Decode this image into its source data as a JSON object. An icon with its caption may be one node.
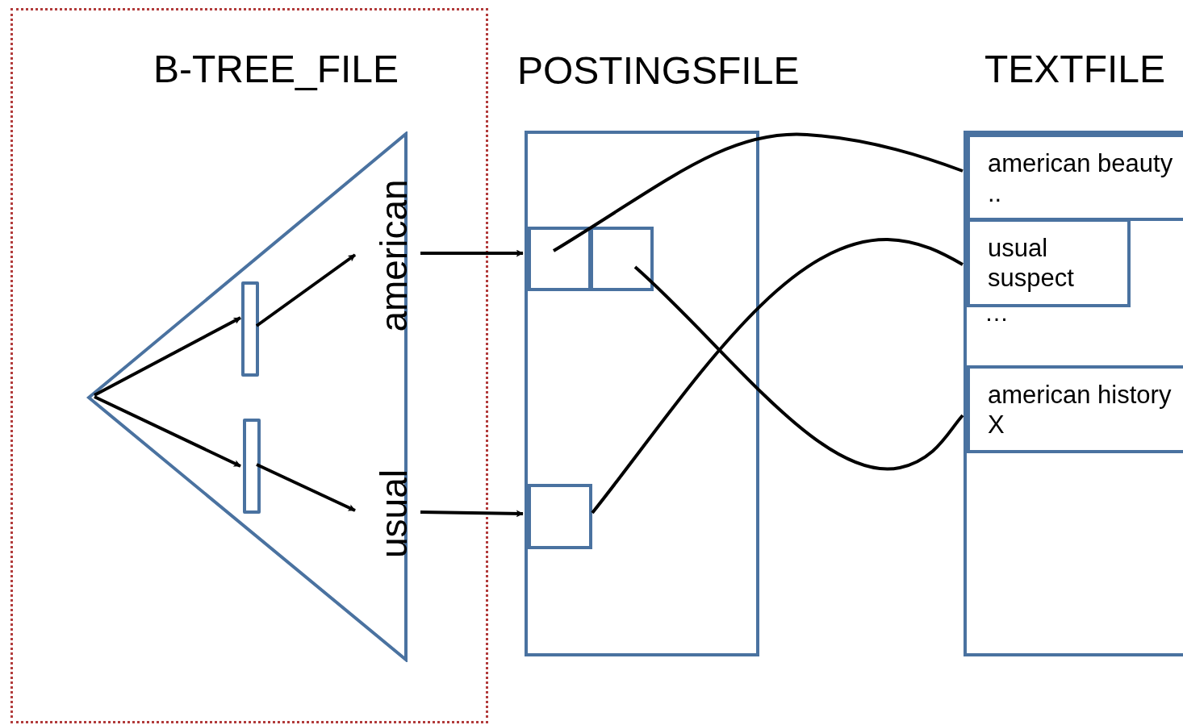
{
  "diagram": {
    "nodes": [
      {
        "text": [
          "B-TREE_FILE"
        ]
      },
      {
        "text": [],
        "shape": "triangle",
        "in": 0
      },
      {
        "text": [],
        "shape": "bar",
        "in": 1
      },
      {
        "text": [],
        "shape": "bar",
        "in": 1
      },
      {
        "text": [
          "american"
        ],
        "in": 1
      },
      {
        "text": [
          "usual"
        ],
        "in": 1
      },
      {
        "text": [
          "POSTINGSFILE"
        ]
      },
      {
        "text": [],
        "shape": "box",
        "in": 6
      },
      {
        "text": [],
        "shape": "box",
        "in": 6
      },
      {
        "text": [],
        "shape": "box",
        "in": 6
      },
      {
        "text": [
          "TEXTFILE"
        ]
      },
      {
        "text": [
          "american beauty .."
        ],
        "in": 10
      },
      {
        "text": [
          "usual suspect"
        ],
        "in": 10
      },
      {
        "text": [
          "american history X"
        ],
        "in": 10
      }
    ],
    "edges": [
      {
        "from": 1,
        "to": 2,
        "arrow": "to"
      },
      {
        "from": 1,
        "to": 3,
        "arrow": "to"
      },
      {
        "from": 2,
        "to": 4,
        "arrow": "to"
      },
      {
        "from": 3,
        "to": 5,
        "arrow": "to"
      },
      {
        "from": 4,
        "to": 7,
        "arrow": "to"
      },
      {
        "from": 5,
        "to": 9,
        "arrow": "to"
      },
      {
        "from": 7,
        "to": 11,
        "arrow": "none"
      },
      {
        "from": 8,
        "to": 13,
        "arrow": "none"
      },
      {
        "from": 9,
        "to": 12,
        "arrow": "none"
      }
    ],
    "labels": [
      "…"
    ]
  }
}
